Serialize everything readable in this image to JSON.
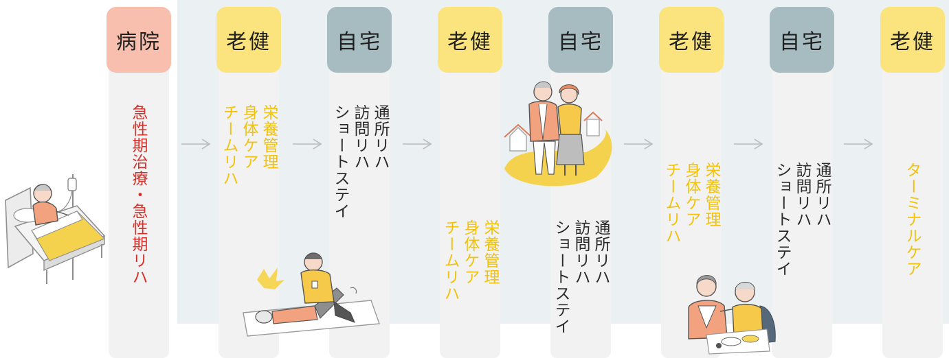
{
  "headers": [
    "病院",
    "老健",
    "自宅",
    "老健",
    "自宅",
    "老健",
    "自宅",
    "老健"
  ],
  "columns": [
    {
      "lines": [
        "急性期治療・急性期リハ"
      ]
    },
    {
      "lines": [
        "栄養管理",
        "身体ケア",
        "チームリハ"
      ]
    },
    {
      "lines": [
        "通所リハ",
        "訪問リハ",
        "ショートステイ"
      ]
    },
    {
      "lines": [
        "栄養管理",
        "身体ケア",
        "チームリハ"
      ]
    },
    {
      "lines": [
        "通所リハ",
        "訪問リハ",
        "ショートステイ"
      ]
    },
    {
      "lines": [
        "栄養管理",
        "身体ケア",
        "チームリハ"
      ]
    },
    {
      "lines": [
        "通所リハ",
        "訪問リハ",
        "ショートステイ"
      ]
    },
    {
      "lines": [
        "ターミナルケア"
      ]
    }
  ],
  "colors": {
    "hospital": "#f8bfae",
    "rouken": "#fbe47e",
    "home": "#a7bcc1",
    "red_text": "#d8312c",
    "yellow_text": "#f2c20c",
    "dark_text": "#2a2a2a",
    "band": "#ebf1f2",
    "column": "#f2f2f2",
    "arrow": "#b9b9b9"
  },
  "icons": [
    "patient-in-bed-illustration",
    "therapist-rehab-illustration",
    "elderly-couple-walking-illustration",
    "caregiver-feeding-illustration",
    "arrow-right-icon"
  ]
}
